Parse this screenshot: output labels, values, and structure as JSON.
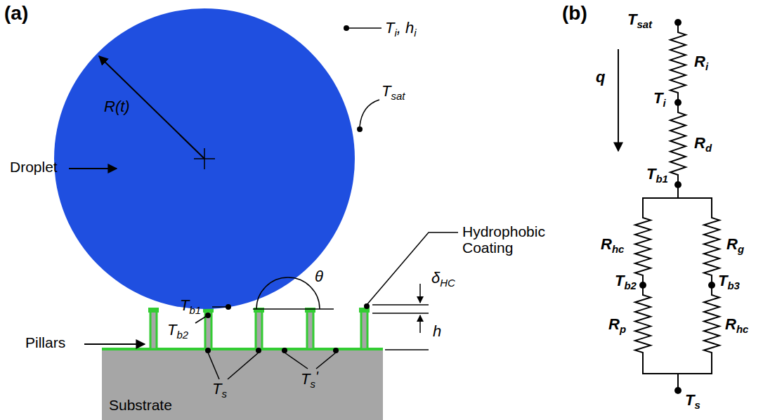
{
  "diagram": {
    "labels": [
      "(a)",
      "(b)",
      "R(t)",
      "T",
      "i",
      ",",
      "h",
      "i",
      "T",
      "sat",
      "Droplet",
      "θ",
      "Hydrophobic Coating",
      "δ",
      "HC",
      "h",
      "T",
      "b1",
      "Pillars",
      "T",
      "b2",
      "T",
      "s",
      "T",
      "s",
      "'",
      "Substrate",
      "T",
      "sat",
      "q",
      "R",
      "i",
      "T",
      "i",
      "R",
      "d",
      "T",
      "b1",
      "R",
      "hc",
      "R",
      "g",
      "T",
      "b2",
      "T",
      "b3",
      "R",
      "p",
      "R",
      "hc",
      "T",
      "s"
    ]
  }
}
